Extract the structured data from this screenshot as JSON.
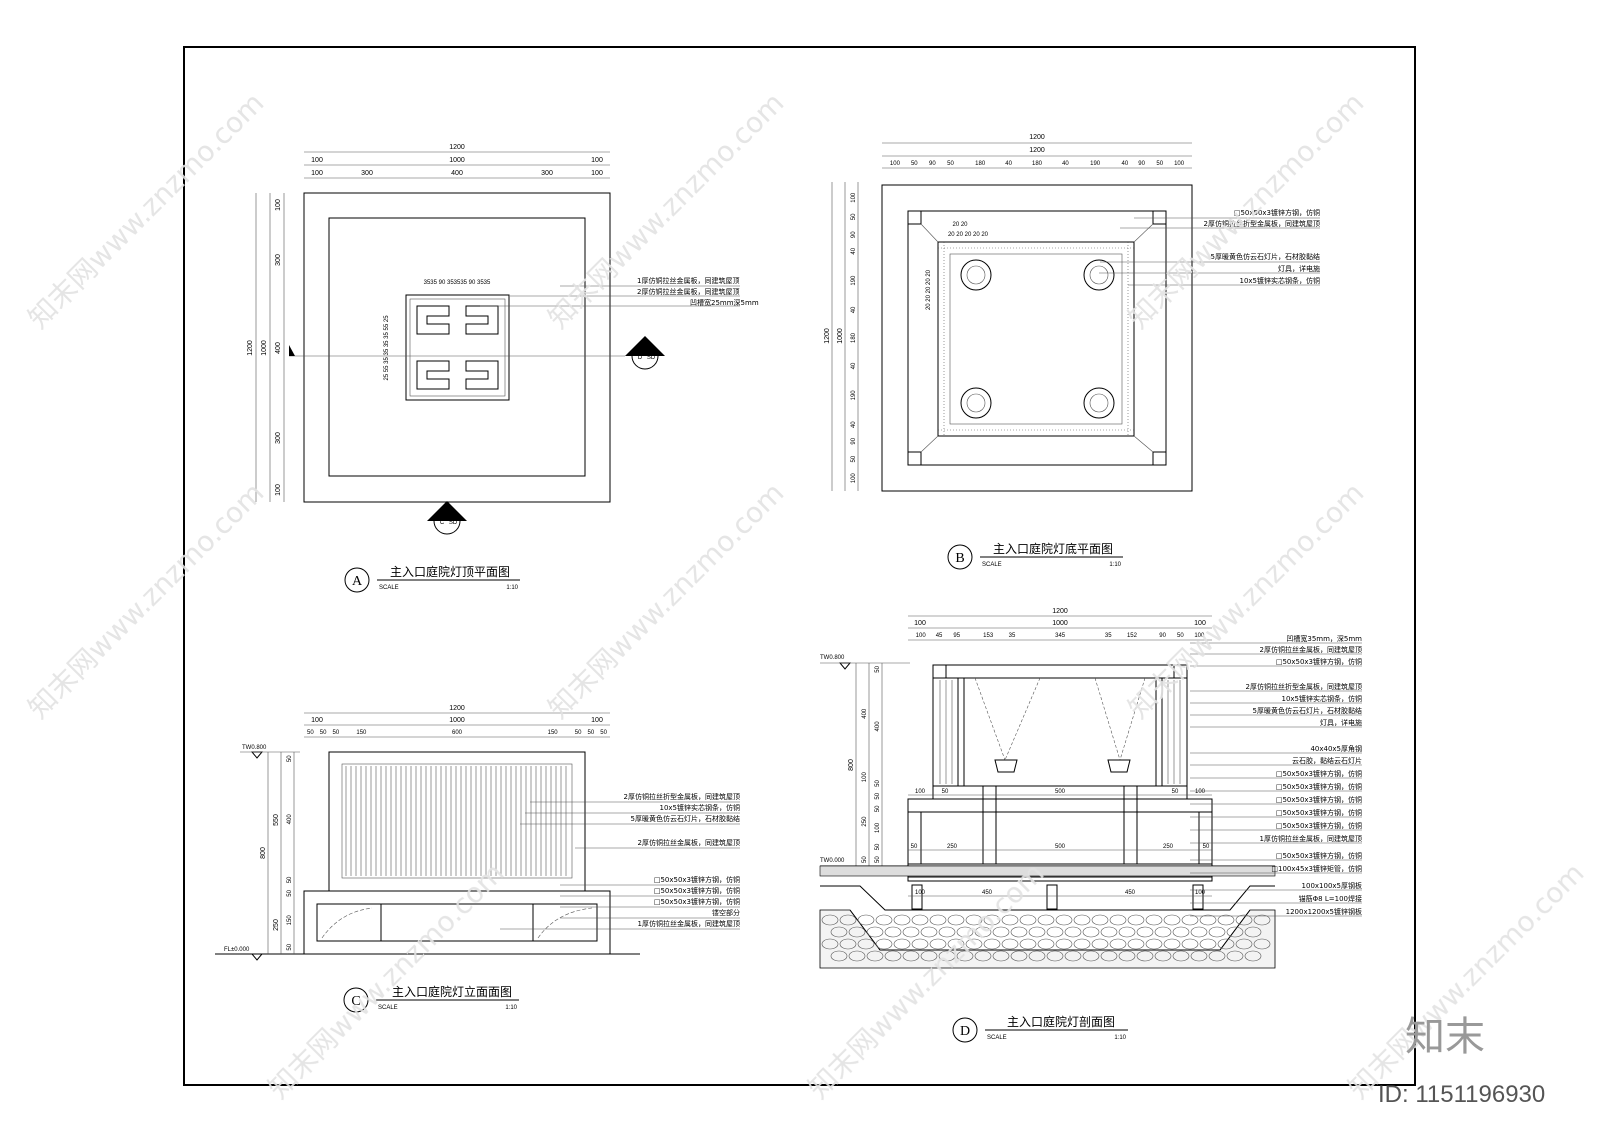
{
  "watermark": {
    "text": "知末网www.znzmo.com",
    "brand": "知末",
    "id": "ID: 1151196930"
  },
  "drawing_a": {
    "tag": "A",
    "title": "主入口庭院灯顶平面图",
    "scale_label": "SCALE",
    "scale": "1:10",
    "dims_top_total": "1200",
    "dims_top_row2": [
      "100",
      "1000",
      "100"
    ],
    "dims_top_row3": [
      "100",
      "300",
      "400",
      "300",
      "100"
    ],
    "dims_left_total": "1200",
    "dims_left_row2": "1000",
    "dims_left_row3": [
      "100",
      "300",
      "400",
      "300",
      "100"
    ],
    "dims_inner_top": "3535  90  353535  90  3535",
    "dims_inner_left": "25 55 35 35 35 35 55 25",
    "section_marker": {
      "letter": "D",
      "sheet": "SD"
    },
    "section_marker_bottom": {
      "letter": "C",
      "sheet": "SD"
    },
    "notes": [
      "1厚仿铜拉丝金属板，同建筑屋顶",
      "2厚仿铜拉丝金属板，同建筑屋顶",
      "凹槽宽25mm深5mm"
    ]
  },
  "drawing_b": {
    "tag": "B",
    "title": "主入口庭院灯底平面图",
    "scale_label": "SCALE",
    "scale": "1:10",
    "dims_top_total": "1200",
    "dims_top_row2": "1200",
    "dims_top_row3": [
      "100",
      "50",
      "90",
      "50",
      "180",
      "40",
      "180",
      "40",
      "190",
      "40",
      "90",
      "50",
      "100"
    ],
    "dims_left_total": "1200",
    "dims_left_row2": "1000",
    "dims_left_row3": [
      "100",
      "50",
      "90",
      "40",
      "190",
      "40",
      "180",
      "40",
      "190",
      "40",
      "90",
      "50",
      "100"
    ],
    "inner_labels_top": [
      "20 20",
      "20 20 20 20 20"
    ],
    "inner_labels_left": "20 20 20 20 20",
    "notes": [
      "□50x50x3镀锌方钢，仿铜",
      "2厚仿铜拉丝折型金属板，同建筑屋顶",
      "5厚暖黄色仿云石灯片，石材胶黏结",
      "灯具，详电施",
      "10x5镀锌实芯钢条，仿铜"
    ]
  },
  "drawing_c": {
    "tag": "C",
    "title": "主入口庭院灯立面面图",
    "scale_label": "SCALE",
    "scale": "1:10",
    "level_top": "TW0.800",
    "level_bottom": "FL±0.000",
    "dims_top_total": "1200",
    "dims_top_row2": [
      "100",
      "1000",
      "100"
    ],
    "dims_top_row3": [
      "50",
      "50",
      "50",
      "150",
      "600",
      "150",
      "50",
      "50",
      "50"
    ],
    "dims_left_total": "800",
    "dims_left_row2": [
      "550",
      "250"
    ],
    "dims_left_row3": [
      "50",
      "400",
      "50",
      "50",
      "150",
      "50"
    ],
    "notes": [
      "2厚仿铜拉丝折型金属板，同建筑屋顶",
      "10x5镀锌实芯钢条，仿铜",
      "5厚暖黄色仿云石灯片，石材胶黏结",
      "2厚仿铜拉丝金属板，同建筑屋顶",
      "□50x50x3镀锌方钢，仿铜",
      "□50x50x3镀锌方钢，仿铜",
      "□50x50x3镀锌方钢，仿铜",
      "镂空部分",
      "1厚仿铜拉丝金属板，同建筑屋顶"
    ]
  },
  "drawing_d": {
    "tag": "D",
    "title": "主入口庭院灯剖面图",
    "scale_label": "SCALE",
    "scale": "1:10",
    "level_top": "TW0.800",
    "level_bottom": "TW0.000",
    "dims_top_total": "1200",
    "dims_top_row2": [
      "100",
      "1000",
      "100"
    ],
    "dims_top_row3": [
      "100",
      "45",
      "95",
      "153",
      "35",
      "345",
      "35",
      "152",
      "90",
      "50",
      "100"
    ],
    "dims_mid1": [
      "100",
      "50",
      "500",
      "50",
      "100"
    ],
    "dims_mid2": [
      "50",
      "250",
      "500",
      "250",
      "50"
    ],
    "dims_base": [
      "100",
      "450",
      "450",
      "100"
    ],
    "dims_left_total": "800",
    "dims_left_row2": [
      "400",
      "100",
      "250",
      "50"
    ],
    "dims_left_row3": [
      "50",
      "400",
      "50",
      "50",
      "50",
      "100",
      "50",
      "50"
    ],
    "notes": [
      "凹槽宽35mm，深5mm",
      "2厚仿铜拉丝金属板，同建筑屋顶",
      "□50x50x3镀锌方钢，仿铜",
      "2厚仿铜拉丝折型金属板，同建筑屋顶",
      "10x5镀锌实芯钢条，仿铜",
      "5厚暖黄色仿云石灯片，石材胶黏结",
      "灯具，详电施",
      "40x40x5厚角钢",
      "云石胶，黏结云石灯片",
      "□50x50x3镀锌方钢，仿铜",
      "□50x50x3镀锌方钢，仿铜",
      "□50x50x3镀锌方钢，仿铜",
      "□50x50x3镀锌方钢，仿铜",
      "□50x50x3镀锌方钢，仿铜",
      "1厚仿铜拉丝金属板，同建筑屋顶",
      "□50x50x3镀锌方钢，仿铜",
      "□100x45x3镀锌矩管，仿铜",
      "100x100x5厚钢板",
      "锚筋Φ8 L=100焊接",
      "1200x1200x5镀锌钢板"
    ]
  }
}
